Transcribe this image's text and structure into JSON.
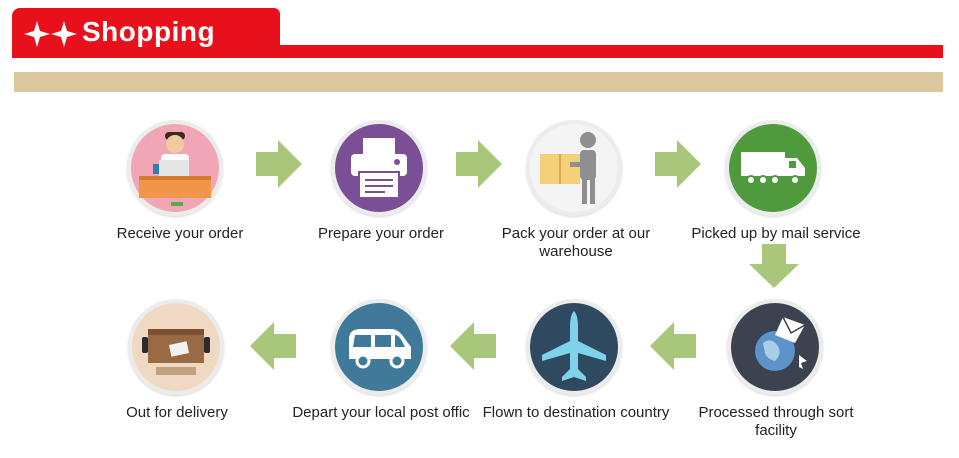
{
  "header": {
    "title": "Shopping"
  },
  "colors": {
    "header_red": "#e8101a",
    "band_tan": "#dcc89e",
    "arrow_green": "#a9c77a"
  },
  "steps": [
    {
      "icon": "clerk-at-desk-icon",
      "label": "Receive your order"
    },
    {
      "icon": "printer-icon",
      "label": "Prepare your order"
    },
    {
      "icon": "person-carrying-box-icon",
      "label": "Pack your order at our warehouse"
    },
    {
      "icon": "truck-icon",
      "label": "Picked up by mail service"
    },
    {
      "icon": "globe-mail-icon",
      "label": "Processed through sort facility"
    },
    {
      "icon": "airplane-icon",
      "label": "Flown to destination country"
    },
    {
      "icon": "van-icon",
      "label": "Depart your local post offic"
    },
    {
      "icon": "package-icon",
      "label": "Out for delivery"
    }
  ]
}
